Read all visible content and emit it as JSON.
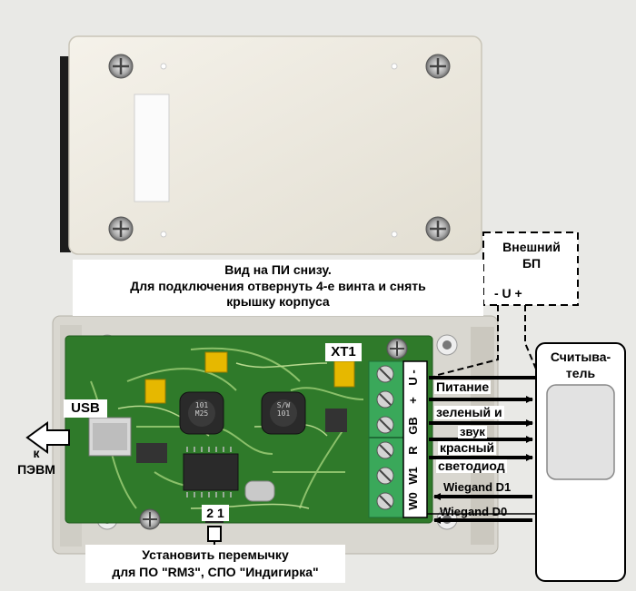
{
  "caption": {
    "line1": "Вид на ПИ снизу.",
    "line2": "Для подключения отвернуть 4-е винта и снять",
    "line3": "крышку корпуса"
  },
  "power_supply": {
    "line1": "Внешний",
    "line2": "БП",
    "polarity": "- U +"
  },
  "reader": {
    "line1": "Считыва-",
    "line2": "тель"
  },
  "connector": {
    "name": "XT1",
    "pins": [
      "U -",
      "+",
      "GB",
      "R",
      "W1",
      "W0"
    ]
  },
  "signals": [
    "Питание",
    "зеленый и",
    "звук",
    "красный",
    "светодиод",
    "Wiegand D1",
    "Wiegand D0"
  ],
  "usb": {
    "label": "USB",
    "pc_line1": "к",
    "pc_line2": "ПЭВМ"
  },
  "jumper": {
    "pins": "2 1",
    "line1": "Установить перемычку",
    "line2": "для ПО \"RM3\", СПО \"Индигирка\""
  },
  "chips": {
    "inductor1": "101\nM25",
    "inductor2": "S/W\n101"
  },
  "colors": {
    "pcb": "#2f7a2a",
    "enclosure": "#efece2",
    "terminal": "#3aa85a",
    "capacitor": "#e6b800"
  }
}
